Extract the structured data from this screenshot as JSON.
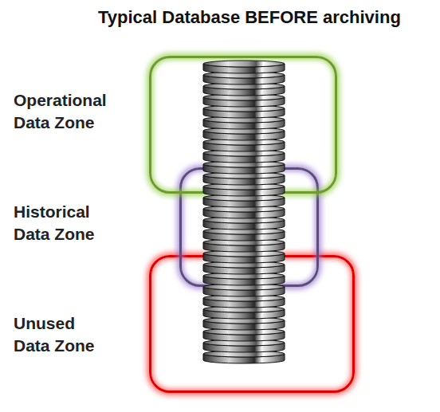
{
  "diagram": {
    "title": "Typical Database BEFORE archiving",
    "nodes": [
      {
        "text": [
          "Operational Data Zone"
        ]
      },
      {
        "text": [
          "Historical Data Zone"
        ]
      },
      {
        "text": [
          "Unused Data Zone"
        ]
      }
    ]
  }
}
